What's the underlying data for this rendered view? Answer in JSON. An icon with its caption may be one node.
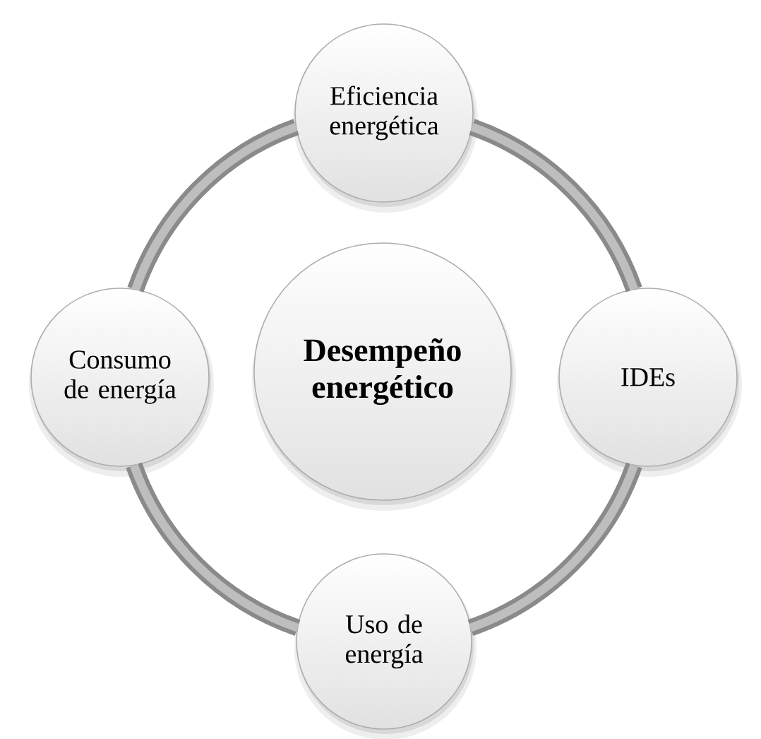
{
  "diagram": {
    "nodes": [
      {
        "text": [
          "Eficiencia energética"
        ]
      },
      {
        "text": [
          "Consumo de energía"
        ]
      },
      {
        "text": [
          "Desempeño energético"
        ]
      },
      {
        "text": [
          "IDEs"
        ]
      },
      {
        "text": [
          "Uso de energía"
        ]
      }
    ],
    "edges": [
      {
        "from": 0,
        "to": 3,
        "arrow": "none"
      },
      {
        "from": 3,
        "to": 4,
        "arrow": "none"
      },
      {
        "from": 4,
        "to": 1,
        "arrow": "none"
      },
      {
        "from": 1,
        "to": 0,
        "arrow": "none"
      }
    ]
  }
}
